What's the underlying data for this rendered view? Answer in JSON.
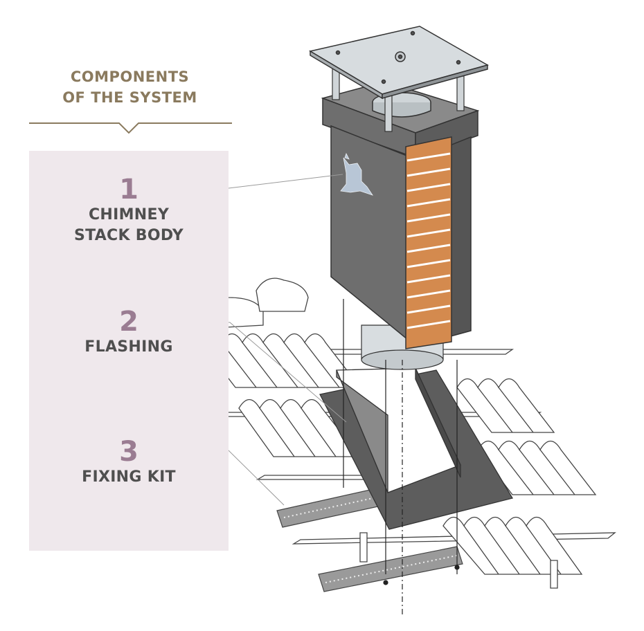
{
  "heading": {
    "line1": "COMPONENTS",
    "line2": "OF THE SYSTEM"
  },
  "components": [
    {
      "number": "1",
      "line1": "CHIMNEY",
      "line2": "STACK BODY"
    },
    {
      "number": "2",
      "line1": "FLASHING",
      "line2": ""
    },
    {
      "number": "3",
      "line1": "FIXING KIT",
      "line2": ""
    }
  ],
  "colors": {
    "heading": "#8a7a5e",
    "panel": "#efe8ec",
    "number": "#9a7c92",
    "label": "#4f4f4f",
    "stack_body": "#6e6e6e",
    "louvre": "#d48a4e"
  }
}
